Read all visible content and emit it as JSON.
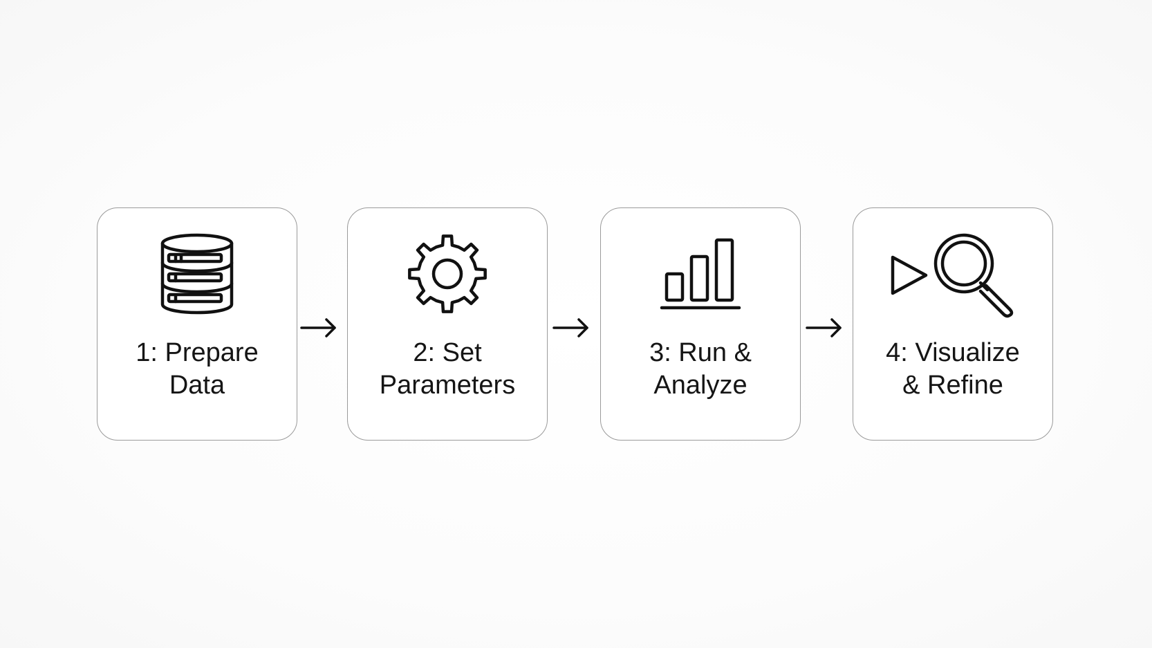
{
  "steps": [
    {
      "line1": "1: Prepare",
      "line2": "Data",
      "icon": "database-icon"
    },
    {
      "line1": "2: Set",
      "line2": "Parameters",
      "icon": "gear-icon"
    },
    {
      "line1": "3: Run &",
      "line2": "Analyze",
      "icon": "bar-chart-icon"
    },
    {
      "line1": "4: Visualize",
      "line2": "& Refine",
      "icon": "play-magnifier-icon"
    }
  ],
  "connectors": [
    "arrow-right-icon",
    "arrow-right-icon",
    "arrow-right-icon"
  ],
  "colors": {
    "stroke": "#111111",
    "card_border": "#9a9a9a",
    "background": "#fbfbfb"
  }
}
